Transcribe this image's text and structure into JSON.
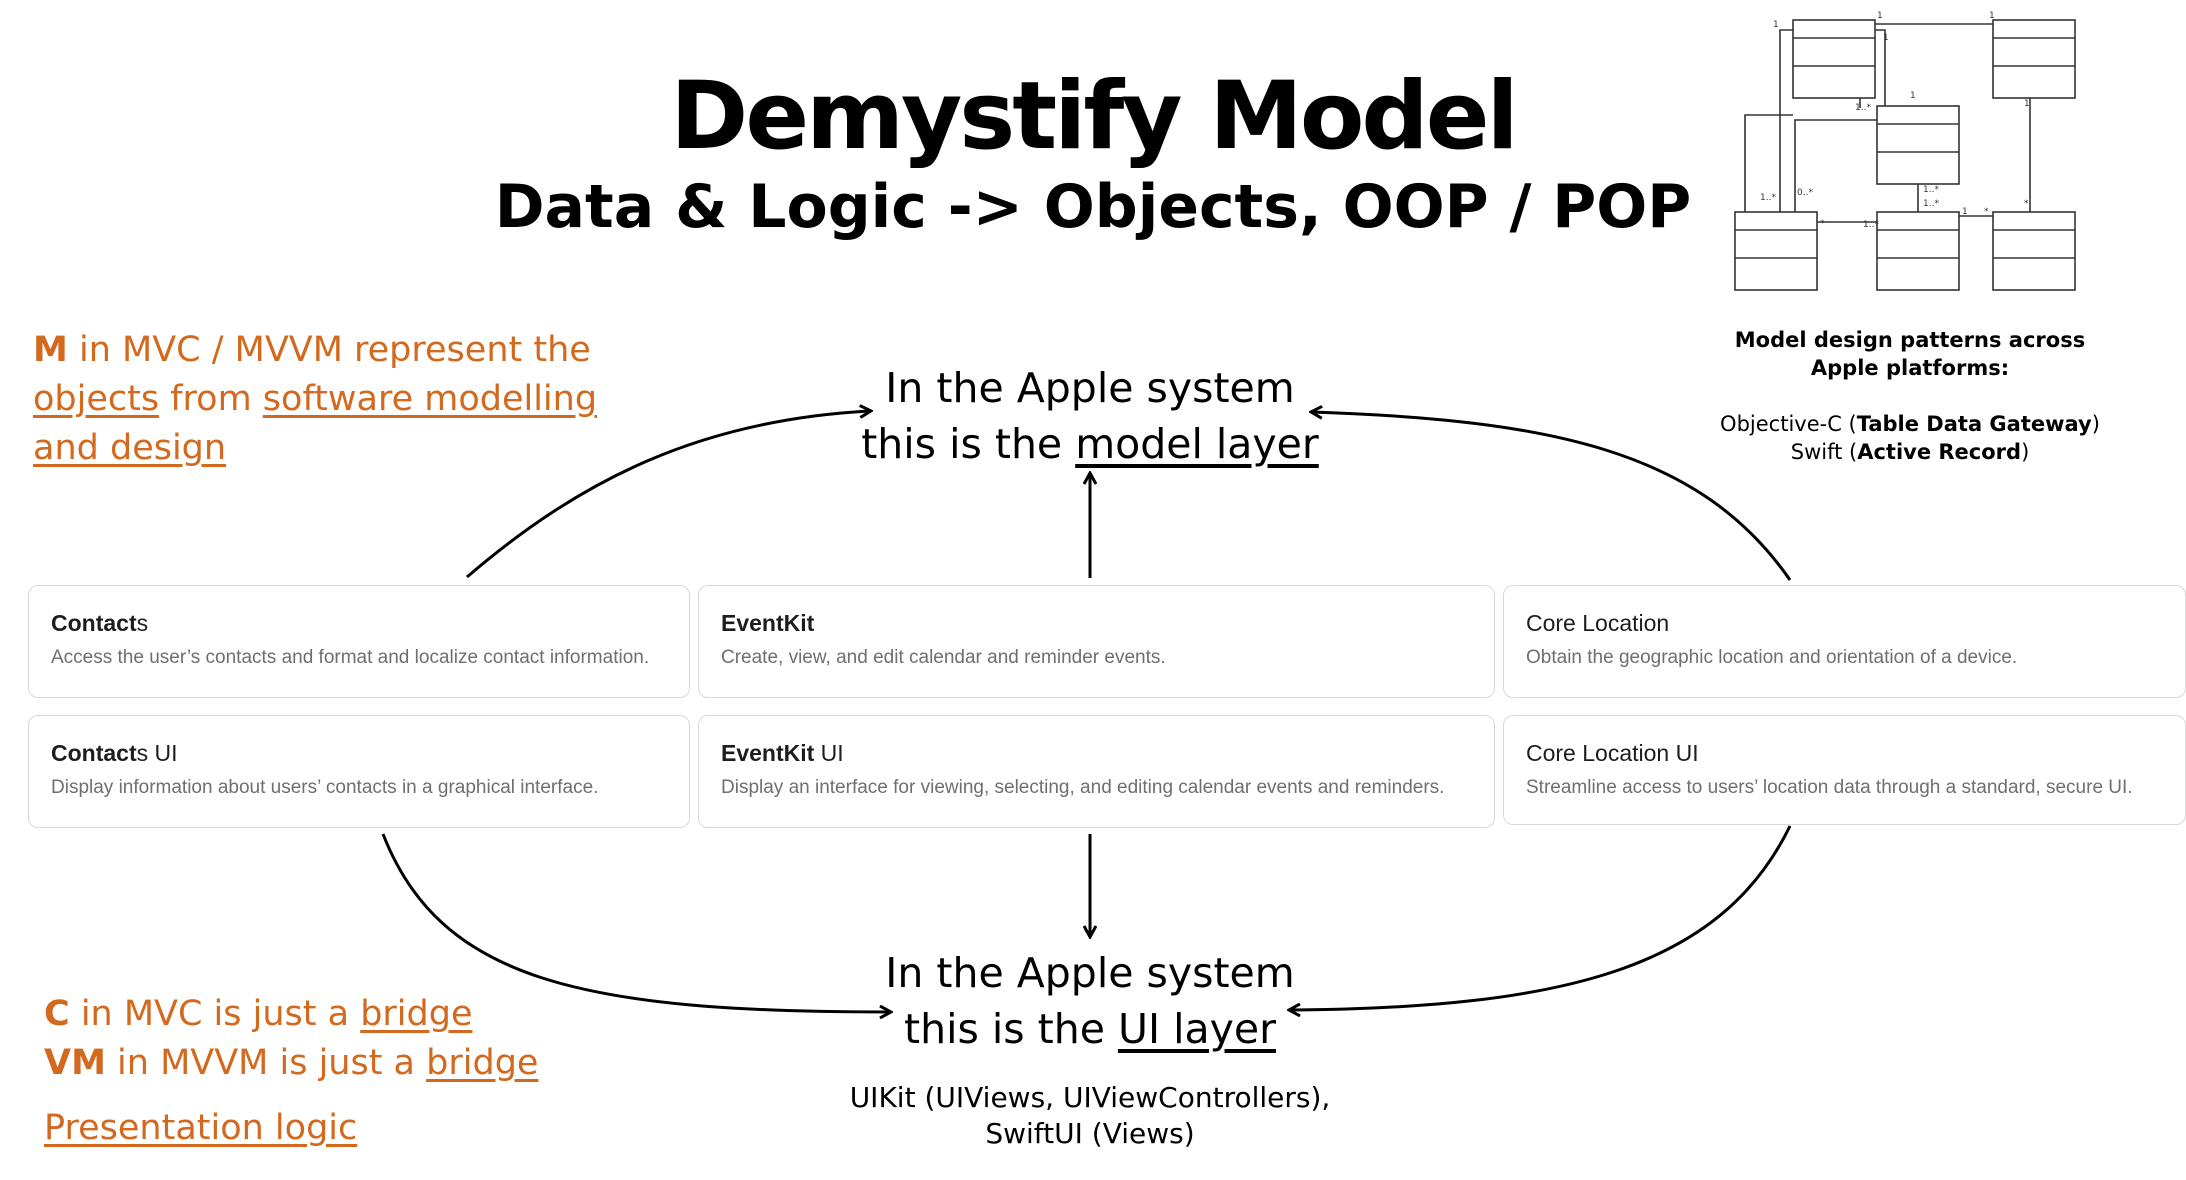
{
  "title": "Demystify Model",
  "subtitle": "Data & Logic -> Objects, OOP / POP",
  "m_note": {
    "m": "M",
    "text1": " in MVC / MVVM represent the",
    "objects": "objects",
    "from": " from ",
    "software": "software modelling",
    "design": "and design"
  },
  "model_layer": {
    "line1": "In the Apple system",
    "line2_prefix": "this is the ",
    "line2_link": "model layer"
  },
  "ui_layer": {
    "line1": "In the Apple system",
    "line2_prefix": "this is the ",
    "line2_link": "UI layer",
    "frameworks_line1": "UIKit (UIViews, UIViewControllers),",
    "frameworks_line2": "SwiftUI (Views)"
  },
  "c_note": {
    "c": "C",
    "c_text": " in MVC is just a ",
    "c_bridge": "bridge",
    "vm": "VM",
    "vm_text": " in MVVM is just a ",
    "vm_bridge": "bridge",
    "presentation": "Presentation logic"
  },
  "patterns": {
    "heading1": "Model design patterns across",
    "heading2": "Apple platforms:",
    "objc_prefix": "Objective-C (",
    "objc_bold": "Table Data Gateway",
    "objc_suffix": ")",
    "swift_prefix": "Swift (",
    "swift_bold": "Active Record",
    "swift_suffix": ")"
  },
  "cards": {
    "contacts": {
      "title_bold": "Contact",
      "title_rest": "s",
      "desc": "Access the user’s contacts and format and localize contact information."
    },
    "contacts_ui": {
      "title_bold": "Contact",
      "title_rest": "s UI",
      "desc": "Display information about users’ contacts in a graphical interface."
    },
    "eventkit": {
      "title_bold": "EventKit",
      "title_rest": "",
      "desc": "Create, view, and edit calendar and reminder events."
    },
    "eventkit_ui": {
      "title_bold": "EventKit",
      "title_rest": " UI",
      "desc": "Display an interface for viewing, selecting, and editing calendar events and reminders."
    },
    "core_location": {
      "title": "Core Location",
      "desc": "Obtain the geographic location and orientation of a device."
    },
    "core_location_ui": {
      "title": "Core Location UI",
      "desc": "Streamline access to users’ location data through a standard, secure UI."
    }
  },
  "uml_labels": {
    "l1": "1",
    "l2": "1",
    "l3": "1",
    "l4": "1",
    "l5": "1",
    "l6": "1",
    "l7": "1..*",
    "l8": "1..*",
    "l9": "0..*",
    "l10": "1..*",
    "l11": "1..*",
    "l12": "*",
    "l13": "1..*",
    "l14": "1",
    "l15": "*",
    "l16": "*"
  }
}
